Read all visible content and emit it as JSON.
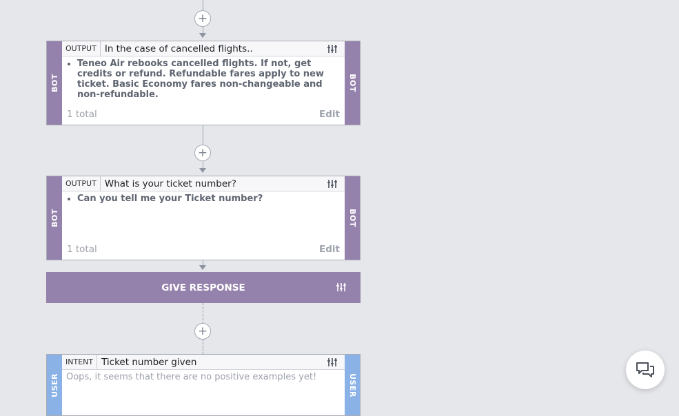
{
  "nodes": {
    "output1": {
      "side_label": "BOT",
      "type_label": "OUTPUT",
      "title": "In the case of cancelled flights..",
      "items": [
        "Teneo Air rebooks cancelled flights. If not, get credits or refund. Refundable fares apply to new ticket. Basic Economy fares non-changeable and non-refundable."
      ],
      "total": "1 total",
      "edit_label": "Edit"
    },
    "output2": {
      "side_label": "BOT",
      "type_label": "OUTPUT",
      "title": "What is your ticket number?",
      "items": [
        "Can you tell me your Ticket number?"
      ],
      "total": "1 total",
      "edit_label": "Edit"
    },
    "give_response": {
      "label": "GIVE RESPONSE"
    },
    "intent": {
      "side_label": "USER",
      "type_label": "INTENT",
      "title": "Ticket number given",
      "empty_message": "Oops, it seems that there are no positive examples yet!"
    }
  },
  "add_button_glyph": "+",
  "icons": {
    "add": "plus-icon",
    "settings": "sliders-icon",
    "chat": "chat-bubbles-icon"
  },
  "colors": {
    "background": "#e6e7eb",
    "bot_accent": "#9582ac",
    "user_accent": "#8ab2e7",
    "connector": "#9aa0ad"
  }
}
